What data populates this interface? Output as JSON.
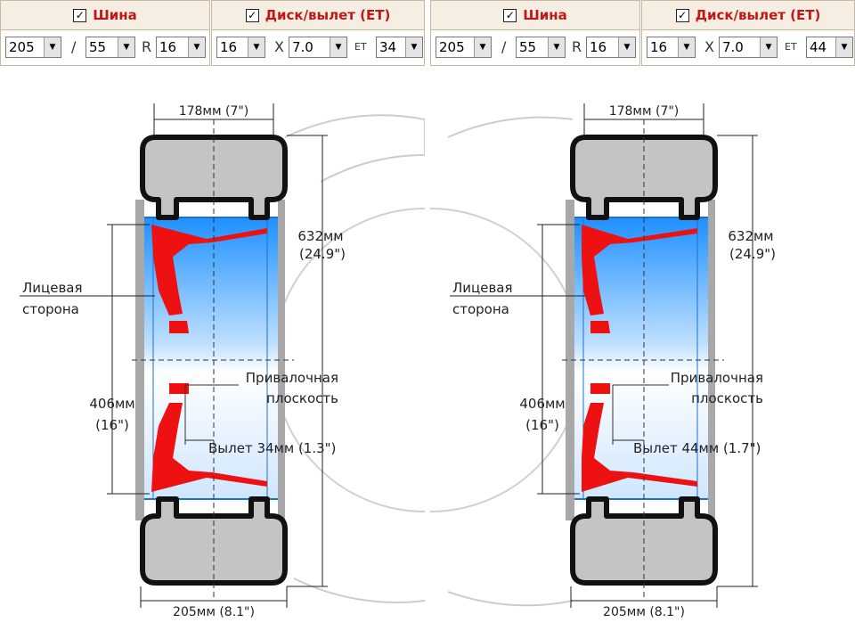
{
  "panels": [
    {
      "id": "left",
      "tire_header": "Шина",
      "rim_header": "Диск/вылет (ET)",
      "tire": {
        "width": "205",
        "slash": "/",
        "profile": "55",
        "r_label": "R",
        "diameter": "16"
      },
      "rim": {
        "diameter": "16",
        "x_label": "X",
        "rim_width": "7.0",
        "et_label": "ET",
        "et": "34"
      },
      "diagram": {
        "width_top": "178мм (7\")",
        "height_mm": "632мм",
        "height_in": "(24.9\")",
        "face_side": [
          "Лицевая",
          "сторона"
        ],
        "rim_diam_mm": "406мм",
        "rim_diam_in": "(16\")",
        "mount_plane": [
          "Привалочная",
          "плоскость"
        ],
        "offset": "Вылет 34мм (1.3\")",
        "width_bottom": "205мм (8.1\")"
      }
    },
    {
      "id": "right",
      "tire_header": "Шина",
      "rim_header": "Диск/вылет (ET)",
      "tire": {
        "width": "205",
        "slash": "/",
        "profile": "55",
        "r_label": "R",
        "diameter": "16"
      },
      "rim": {
        "diameter": "16",
        "x_label": "X",
        "rim_width": "7.0",
        "et_label": "ET",
        "et": "44"
      },
      "diagram": {
        "width_top": "178мм (7\")",
        "height_mm": "632мм",
        "height_in": "(24.9\")",
        "face_side": [
          "Лицевая",
          "сторона"
        ],
        "rim_diam_mm": "406мм",
        "rim_diam_in": "(16\")",
        "mount_plane": [
          "Привалочная",
          "плоскость"
        ],
        "offset": "Вылет 44мм (1.7\")",
        "width_bottom": "205мм (8.1\")"
      }
    }
  ],
  "colors": {
    "rim_red": "#ee1111",
    "tire_gray": "#c4c4c4",
    "header_text": "#c01818",
    "blue": "#1e90ff"
  }
}
